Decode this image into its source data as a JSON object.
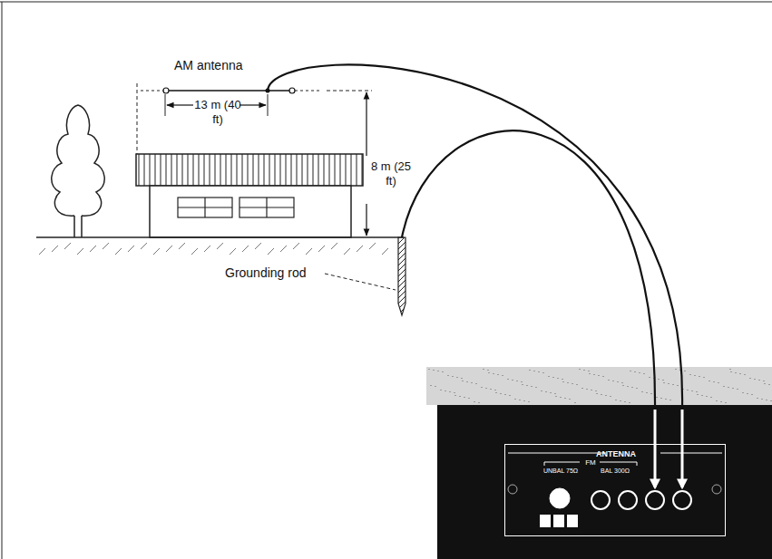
{
  "diagram": {
    "nodes": [
      {
        "text": [
          "ANTENNA",
          "FM",
          "UNBAL 75Ω",
          "BAL 300Ω"
        ]
      }
    ],
    "labels": [
      "AM antenna",
      "13 m (40 ft)",
      "8 m (25 ft)",
      "Grounding rod"
    ]
  }
}
